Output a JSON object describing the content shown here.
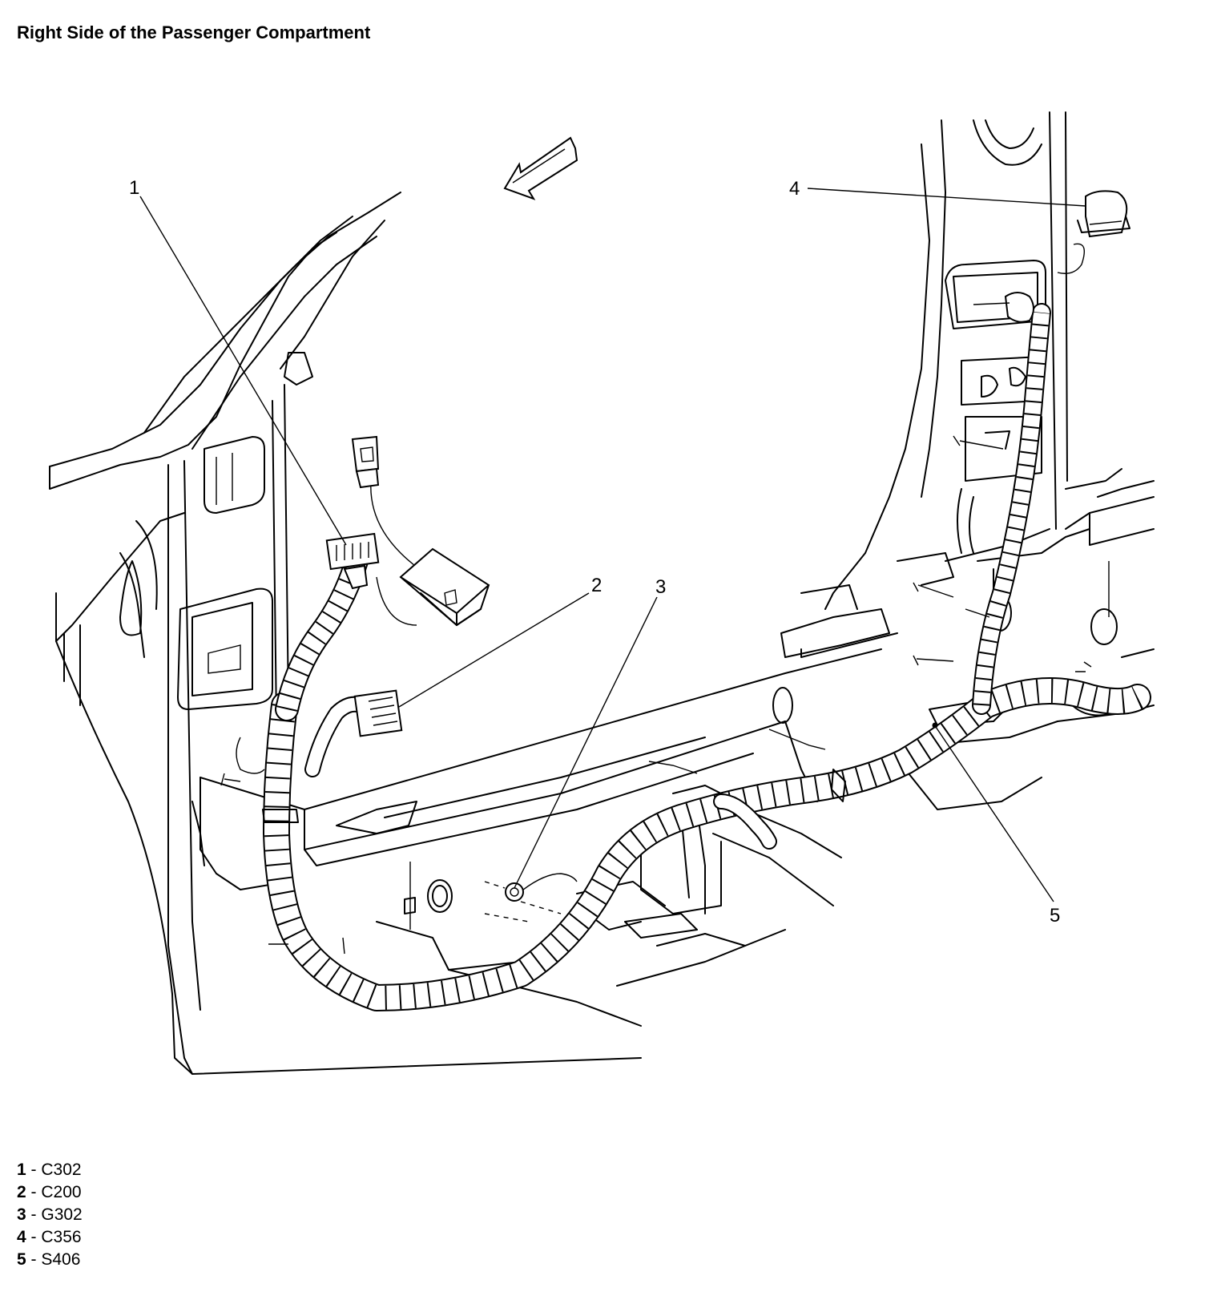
{
  "title": "Right Side of the Passenger Compartment",
  "callouts": [
    {
      "number": "1",
      "code": "C302"
    },
    {
      "number": "2",
      "code": "C200"
    },
    {
      "number": "3",
      "code": "G302"
    },
    {
      "number": "4",
      "code": "C356"
    },
    {
      "number": "5",
      "code": "S406"
    }
  ],
  "legend_separator": " - "
}
